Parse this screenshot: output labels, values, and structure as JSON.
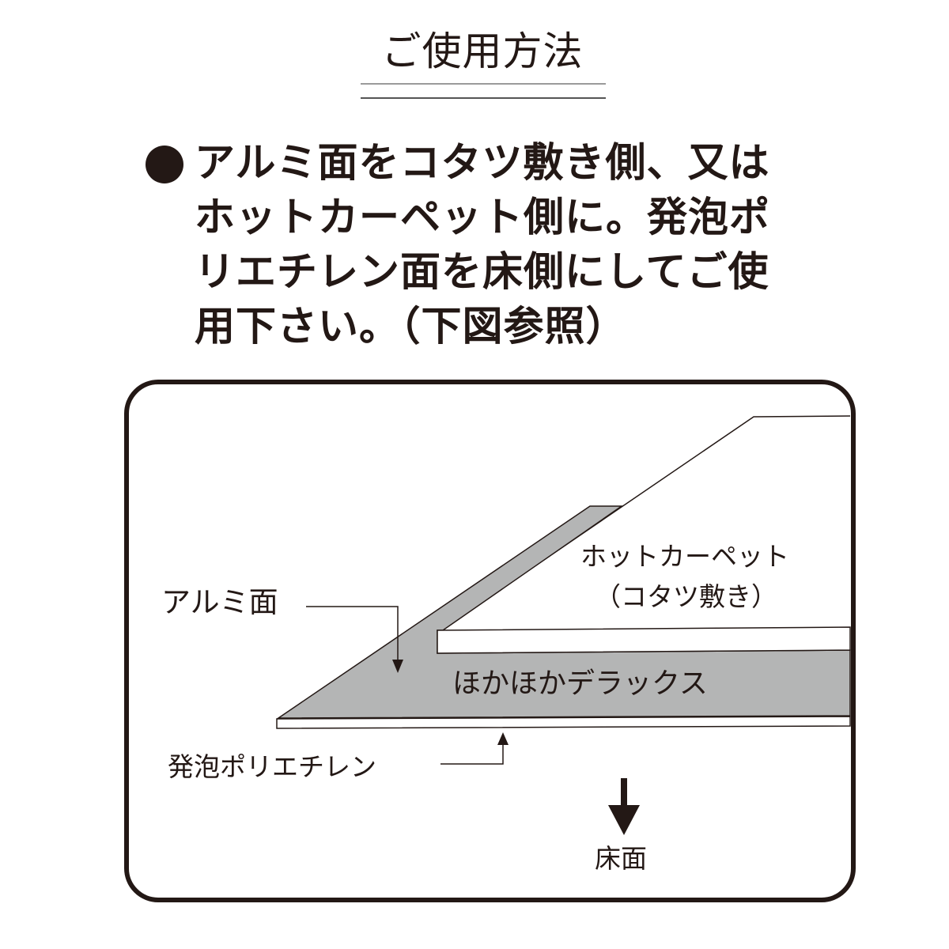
{
  "heading": {
    "title": "ご使用方法"
  },
  "instructions": {
    "bullet": "●",
    "lines": [
      "アルミ面をコタツ敷き側、又は",
      "ホットカーペット側に。発泡ポ",
      "リエチレン面を床側にしてご使",
      "用下さい。（下図参照）"
    ]
  },
  "diagram": {
    "labels": {
      "aluminum_side": "アルミ面",
      "hot_carpet_line1": "ホットカーペット",
      "hot_carpet_line2": "（コタツ敷き）",
      "product": "ほかほかデラックス",
      "foam": "発泡ポリエチレン",
      "floor": "床面"
    },
    "colors": {
      "layer_gray": "#b4b5b5",
      "outline": "#231815"
    }
  }
}
